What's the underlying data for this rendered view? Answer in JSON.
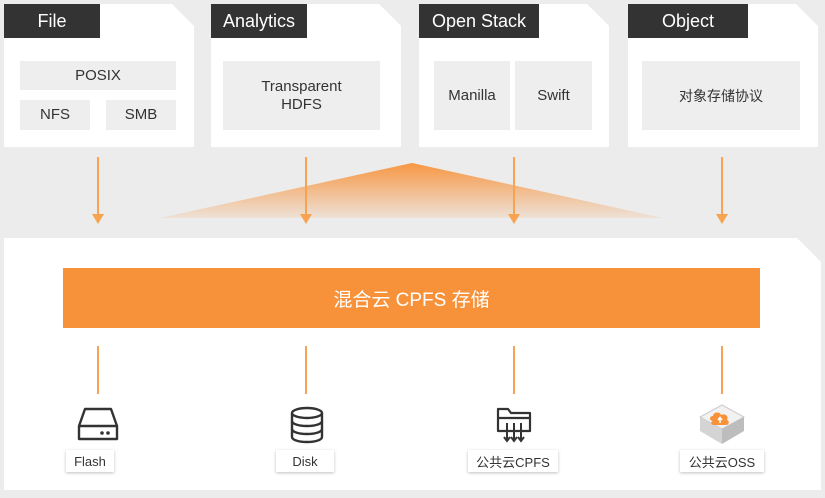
{
  "protocols": [
    {
      "tab": "File",
      "chips": [
        "POSIX",
        "NFS",
        "SMB"
      ]
    },
    {
      "tab": "Analytics",
      "chips": [
        "Transparent\nHDFS"
      ]
    },
    {
      "tab": "Open Stack",
      "chips": [
        "Manilla",
        "Swift"
      ]
    },
    {
      "tab": "Object",
      "chips": [
        "对象存储协议"
      ]
    }
  ],
  "storage": {
    "title": "混合云 CPFS 存储"
  },
  "backends": [
    {
      "label": "Flash",
      "icon": "hard-drive-icon"
    },
    {
      "label": "Disk",
      "icon": "database-icon"
    },
    {
      "label": "公共云CPFS",
      "icon": "cloud-file-system-icon"
    },
    {
      "label": "公共云OSS",
      "icon": "cloud-oss-icon"
    }
  ],
  "colors": {
    "accent": "#f7923a",
    "arrow": "#f6a352",
    "tab": "#333333",
    "background": "#ececec"
  }
}
